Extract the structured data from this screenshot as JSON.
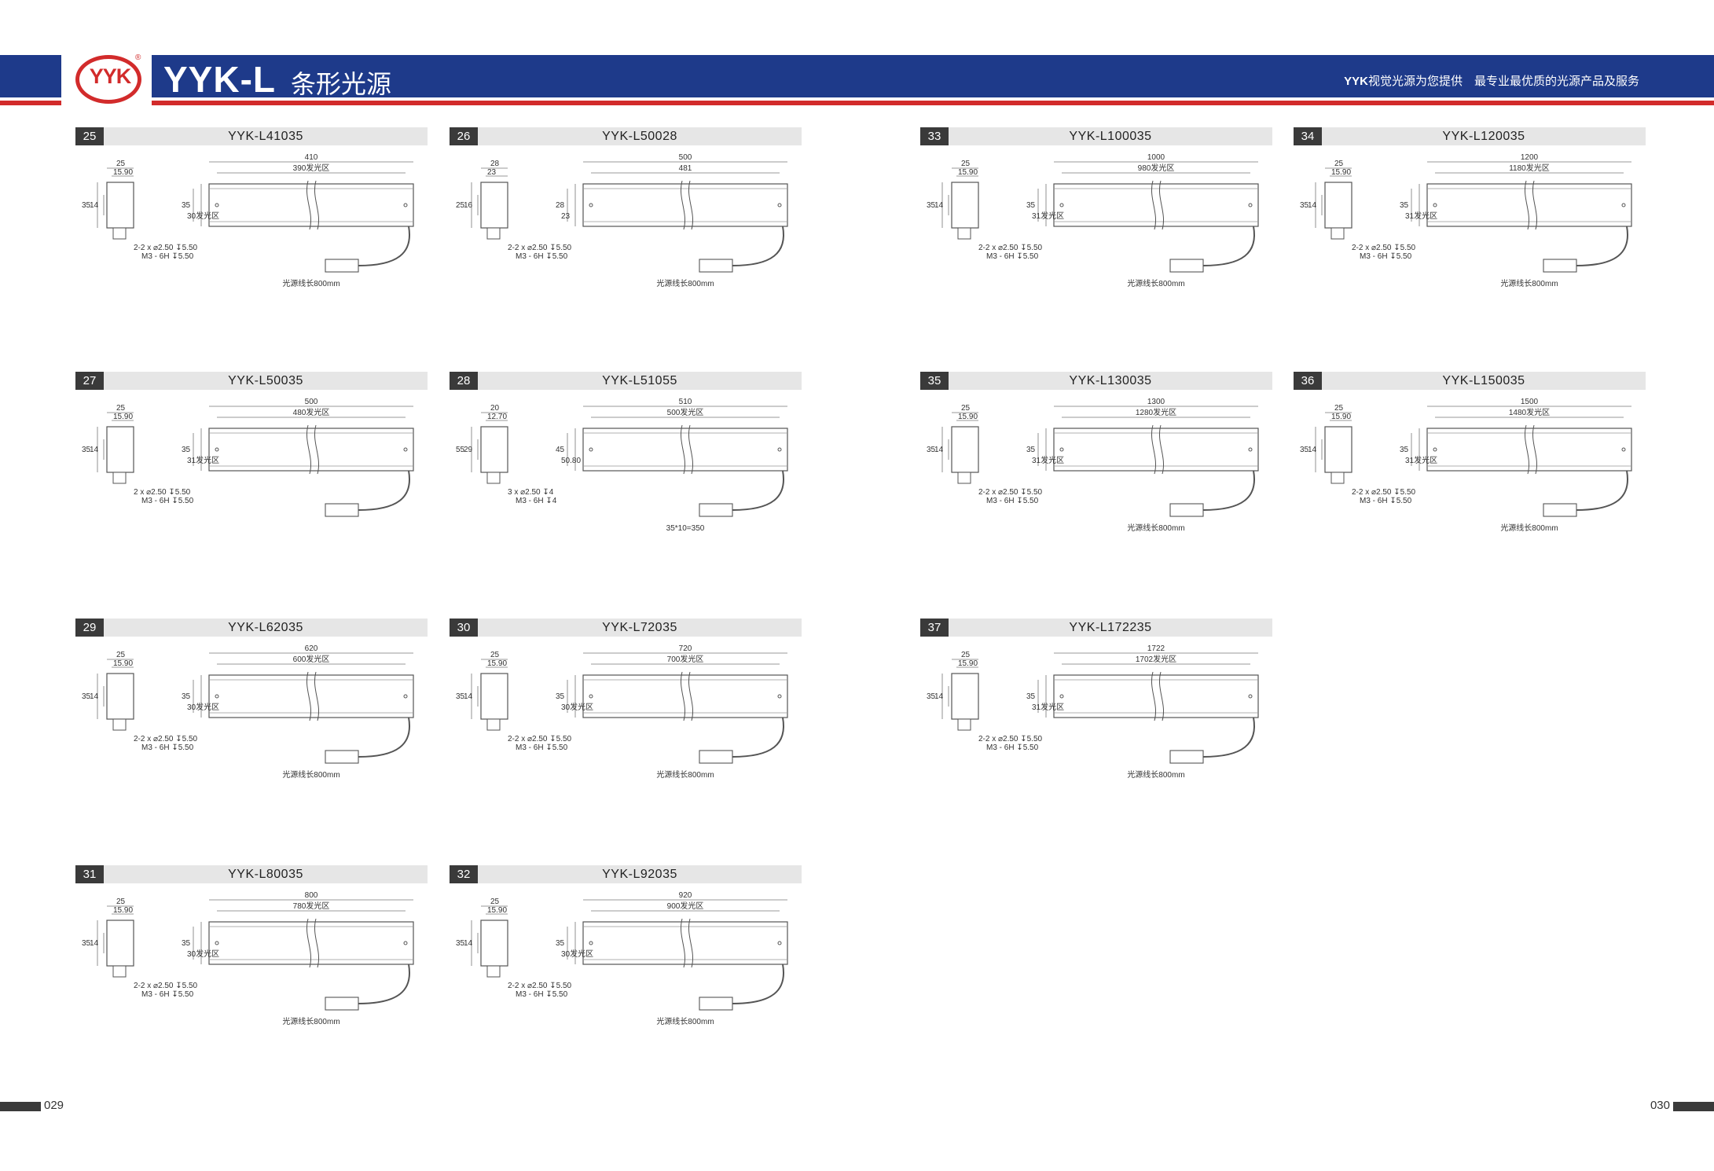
{
  "header": {
    "logo_text": "YYK",
    "logo_reg": "®",
    "brand": "YYK-L",
    "brand_sub": "条形光源",
    "slogan_brand": "YYK",
    "slogan": "视觉光源为您提供　最专业最优质的光源产品及服务"
  },
  "footer": {
    "page_left": "029",
    "page_right": "030"
  },
  "items": [
    {
      "num": "25",
      "model": "YYK-L41035",
      "dims": {
        "side_w": "25",
        "side_in": "15.90",
        "side_h": "35",
        "side_c": "14",
        "total": "410",
        "emit": "390发光区",
        "bar_h": "35",
        "bar_e": "30发光区",
        "screw1": "2-2 x ⌀2.50 ↧5.50",
        "screw2": "M3 - 6H ↧5.50",
        "cable": "光源线长800mm"
      }
    },
    {
      "num": "26",
      "model": "YYK-L50028",
      "dims": {
        "side_w": "28",
        "side_in": "23",
        "side_h": "25",
        "side_c": "16",
        "total": "500",
        "emit": "481",
        "bar_h": "28",
        "bar_e": "23",
        "screw1": "2-2 x ⌀2.50 ↧5.50",
        "screw2": "M3 - 6H ↧5.50",
        "cable": "光源线长800mm"
      }
    },
    {
      "num": "27",
      "model": "YYK-L50035",
      "dims": {
        "side_w": "25",
        "side_in": "15.90",
        "side_h": "35",
        "side_c": "14",
        "total": "500",
        "emit": "480发光区",
        "bar_h": "35",
        "bar_e": "31发光区",
        "screw1": "2 x ⌀2.50 ↧5.50",
        "screw2": "M3 - 6H ↧5.50",
        "cable": ""
      }
    },
    {
      "num": "28",
      "model": "YYK-L51055",
      "dims": {
        "side_w": "20",
        "side_in": "12.70",
        "side_h": "55",
        "side_c": "29",
        "total": "510",
        "emit": "500发光区",
        "bar_h": "45",
        "bar_e": "50.80",
        "screw1": "3 x ⌀2.50 ↧4",
        "screw2": "M3 - 6H ↧4",
        "cable": "35*10=350"
      }
    },
    {
      "num": "29",
      "model": "YYK-L62035",
      "dims": {
        "side_w": "25",
        "side_in": "15.90",
        "side_h": "35",
        "side_c": "14",
        "total": "620",
        "emit": "600发光区",
        "bar_h": "35",
        "bar_e": "30发光区",
        "screw1": "2-2 x ⌀2.50 ↧5.50",
        "screw2": "M3 - 6H ↧5.50",
        "cable": "光源线长800mm"
      }
    },
    {
      "num": "30",
      "model": "YYK-L72035",
      "dims": {
        "side_w": "25",
        "side_in": "15.90",
        "side_h": "35",
        "side_c": "14",
        "total": "720",
        "emit": "700发光区",
        "bar_h": "35",
        "bar_e": "30发光区",
        "screw1": "2-2 x ⌀2.50 ↧5.50",
        "screw2": "M3 - 6H ↧5.50",
        "cable": "光源线长800mm"
      }
    },
    {
      "num": "31",
      "model": "YYK-L80035",
      "dims": {
        "side_w": "25",
        "side_in": "15.90",
        "side_h": "35",
        "side_c": "14",
        "total": "800",
        "emit": "780发光区",
        "bar_h": "35",
        "bar_e": "30发光区",
        "screw1": "2-2 x ⌀2.50 ↧5.50",
        "screw2": "M3 - 6H ↧5.50",
        "cable": "光源线长800mm"
      }
    },
    {
      "num": "32",
      "model": "YYK-L92035",
      "dims": {
        "side_w": "25",
        "side_in": "15.90",
        "side_h": "35",
        "side_c": "14",
        "total": "920",
        "emit": "900发光区",
        "bar_h": "35",
        "bar_e": "30发光区",
        "screw1": "2-2 x ⌀2.50 ↧5.50",
        "screw2": "M3 - 6H ↧5.50",
        "cable": "光源线长800mm"
      }
    },
    {
      "num": "33",
      "model": "YYK-L100035",
      "dims": {
        "side_w": "25",
        "side_in": "15.90",
        "side_h": "35",
        "side_c": "14",
        "total": "1000",
        "emit": "980发光区",
        "bar_h": "35",
        "bar_e": "31发光区",
        "screw1": "2-2 x ⌀2.50 ↧5.50",
        "screw2": "M3 - 6H ↧5.50",
        "cable": "光源线长800mm"
      }
    },
    {
      "num": "34",
      "model": "YYK-L120035",
      "dims": {
        "side_w": "25",
        "side_in": "15.90",
        "side_h": "35",
        "side_c": "14",
        "total": "1200",
        "emit": "1180发光区",
        "bar_h": "35",
        "bar_e": "31发光区",
        "screw1": "2-2 x ⌀2.50 ↧5.50",
        "screw2": "M3 - 6H ↧5.50",
        "cable": "光源线长800mm"
      }
    },
    {
      "num": "35",
      "model": "YYK-L130035",
      "dims": {
        "side_w": "25",
        "side_in": "15.90",
        "side_h": "35",
        "side_c": "14",
        "total": "1300",
        "emit": "1280发光区",
        "bar_h": "35",
        "bar_e": "31发光区",
        "screw1": "2-2 x ⌀2.50 ↧5.50",
        "screw2": "M3 - 6H ↧5.50",
        "cable": "光源线长800mm"
      }
    },
    {
      "num": "36",
      "model": "YYK-L150035",
      "dims": {
        "side_w": "25",
        "side_in": "15.90",
        "side_h": "35",
        "side_c": "14",
        "total": "1500",
        "emit": "1480发光区",
        "bar_h": "35",
        "bar_e": "31发光区",
        "screw1": "2-2 x ⌀2.50 ↧5.50",
        "screw2": "M3 - 6H ↧5.50",
        "cable": "光源线长800mm"
      }
    },
    {
      "num": "37",
      "model": "YYK-L172235",
      "dims": {
        "side_w": "25",
        "side_in": "15.90",
        "side_h": "35",
        "side_c": "14",
        "total": "1722",
        "emit": "1702发光区",
        "bar_h": "35",
        "bar_e": "31发光区",
        "screw1": "2-2 x ⌀2.50 ↧5.50",
        "screw2": "M3 - 6H ↧5.50",
        "cable": "光源线长800mm"
      }
    }
  ],
  "colors": {
    "header_blue": "#1e3a8a",
    "accent_red": "#d22b2b",
    "label_dark": "#3a3a3a",
    "label_bar": "#e6e6e6"
  }
}
